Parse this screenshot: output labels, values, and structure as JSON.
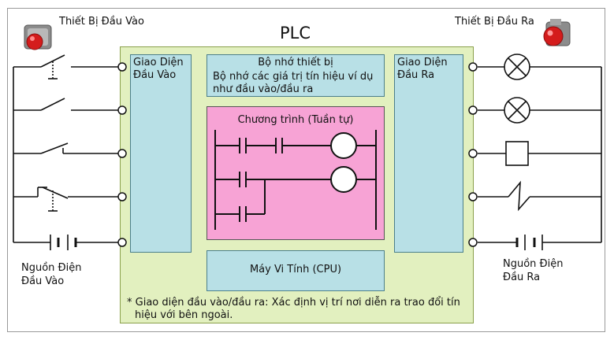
{
  "title": "PLC",
  "input_device_label": "Thiết Bị Đầu Vào",
  "output_device_label": "Thiết Bị Đầu Ra",
  "input_interface_label": [
    "Giao Diện",
    "Đầu Vào"
  ],
  "output_interface_label": [
    "Giao Diện",
    "Đầu Ra"
  ],
  "memory": {
    "title": "Bộ nhớ thiết bị",
    "description": [
      "Bộ nhớ các giá trị tín hiệu ví dụ",
      "như đầu vào/đầu ra"
    ]
  },
  "program_label": "Chương trình (Tuần tự)",
  "cpu_label": "Máy Vi Tính (CPU)",
  "input_power_label": [
    "Nguồn Điện",
    "Đầu Vào"
  ],
  "output_power_label": [
    "Nguồn Điện",
    "Đầu Ra"
  ],
  "footnote": [
    "* Giao diện đầu vào/đầu ra: Xác định vị trí nơi diễn ra trao đổi tín",
    "hiệu với bên ngoài."
  ],
  "icons": {
    "input_device": "red-pushbutton-icon",
    "output_device": "red-indicator-lamp-icon"
  },
  "colors": {
    "plc_background": "#e2f0bf",
    "interface_box": "#b8e0e6",
    "program_box": "#f7a3d5",
    "pushbutton_red": "#d41c1c"
  }
}
